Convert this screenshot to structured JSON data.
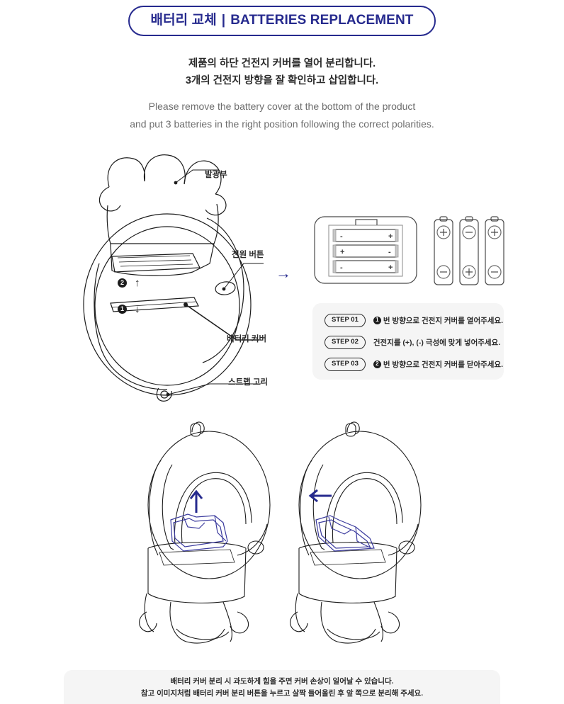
{
  "header": {
    "title_kr": "배터리 교체",
    "separator": "|",
    "title_en": "BATTERIES REPLACEMENT",
    "accent_color": "#262a8e"
  },
  "instructions": {
    "kr": [
      "제품의 하단 건전지 커버를 열어 분리합니다.",
      "3개의 건전지 방향을 잘 확인하고 삽입합니다."
    ],
    "en": [
      "Please remove the battery cover at the bottom of the product",
      "and put 3 batteries in the right position following the correct polarities."
    ]
  },
  "diagram": {
    "callouts": [
      {
        "id": "led",
        "label": "발광부"
      },
      {
        "id": "power",
        "label": "전원 버튼"
      },
      {
        "id": "cover",
        "label": "배터리 커버"
      },
      {
        "id": "strap",
        "label": "스트랩 고리"
      }
    ],
    "direction_markers": [
      {
        "number": "2",
        "arrow": "↑"
      },
      {
        "number": "1",
        "arrow": "↓"
      }
    ],
    "transition_arrow": "→"
  },
  "battery_compartment": {
    "slots": [
      {
        "left": "-",
        "right": "+"
      },
      {
        "left": "+",
        "right": "-"
      },
      {
        "left": "-",
        "right": "+"
      }
    ],
    "loose_batteries": [
      {
        "top": "+",
        "bottom": "-"
      },
      {
        "top": "-",
        "bottom": "+"
      },
      {
        "top": "+",
        "bottom": "-"
      }
    ]
  },
  "steps": [
    {
      "pill": "STEP 01",
      "bullet": "1",
      "text": "번 방향으로 건전지 커버를 열어주세요."
    },
    {
      "pill": "STEP 02",
      "bullet": "",
      "text": "건전지를 (+), (-) 극성에 맞게 넣어주세요."
    },
    {
      "pill": "STEP 03",
      "bullet": "2",
      "text": "번 방향으로 건전지 커버를 닫아주세요."
    }
  ],
  "bottom_figures": [
    {
      "id": "lift-cover",
      "arrow": "up"
    },
    {
      "id": "pull-cover",
      "arrow": "left"
    }
  ],
  "footer": {
    "lines": [
      "배터리 커버 분리 시 과도하게 힘을 주면 커버 손상이 일어날 수 있습니다.",
      "참고 이미지처럼 배터리 커버 분리 버튼을 누르고 살짝 들어올린 후 앞 쪽으로 분리해 주세요."
    ]
  }
}
